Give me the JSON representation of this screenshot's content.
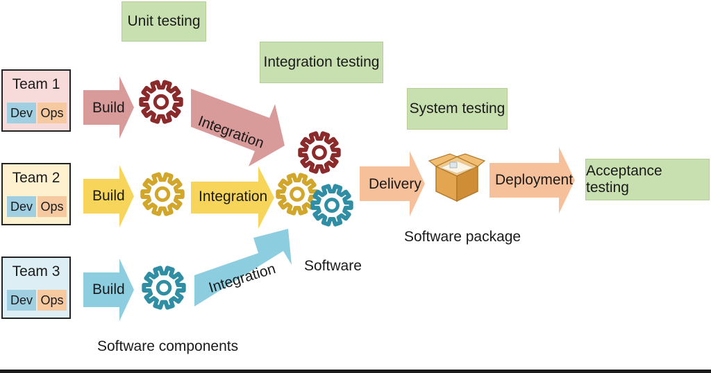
{
  "teams": [
    {
      "name": "Team 1",
      "dev": "Dev",
      "ops": "Ops",
      "bg": "#f7dada"
    },
    {
      "name": "Team 2",
      "dev": "Dev",
      "ops": "Ops",
      "bg": "#fdf1cf"
    },
    {
      "name": "Team 3",
      "dev": "Dev",
      "ops": "Ops",
      "bg": "#ddeef5"
    }
  ],
  "build_label": "Build",
  "integration_label": "Integration",
  "stages": {
    "unit_testing": "Unit testing",
    "integration_testing": "Integration testing",
    "system_testing": "System testing",
    "acceptance_testing": "Acceptance testing"
  },
  "labels": {
    "software_components": "Software components",
    "software": "Software",
    "software_package": "Software package",
    "delivery": "Delivery",
    "deployment": "Deployment"
  },
  "colors": {
    "red": "#8b2a2a",
    "red_arrow": "#d99a9a",
    "yellow": "#d2a52b",
    "yellow_arrow": "#f7d55a",
    "blue": "#2f8ea3",
    "blue_arrow": "#8ccde0",
    "orange_arrow": "#f6c09a",
    "green_box": "#c8dfb0",
    "box_package": "#e0a24a"
  },
  "icons": [
    "gear-icon",
    "package-box-icon",
    "arrow-right-icon"
  ]
}
